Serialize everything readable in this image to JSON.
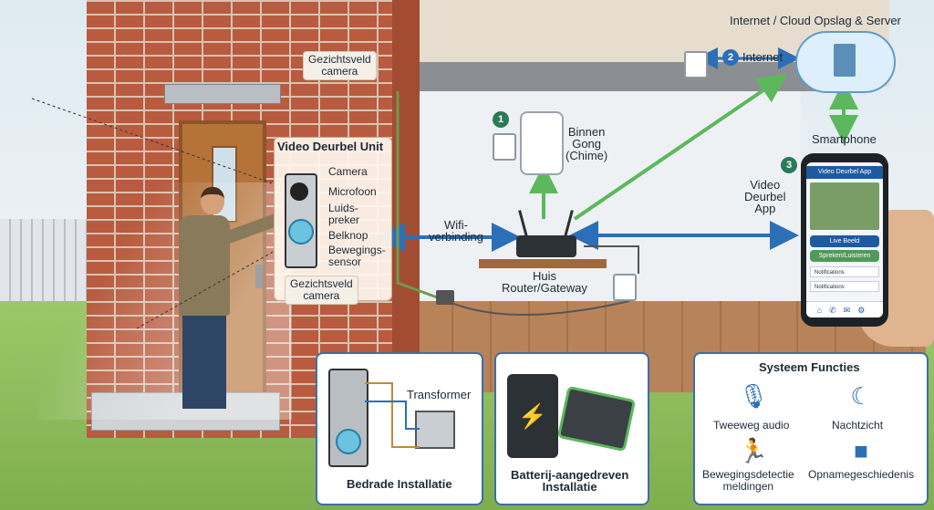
{
  "header": {
    "cloud_title": "Internet / Cloud Opslag & Server"
  },
  "labels": {
    "internet": "Internet",
    "fov_top": "Gezichtsveld\ncamera",
    "unit_title": "Video Deurbel Unit",
    "camera": "Camera",
    "microfoon": "Microfoon",
    "luidspreker": "Luids-\npreker",
    "belknop": "Belknop",
    "bewegingssensor": "Bewegings-\nsensor",
    "fov_bottom": "Gezichtsveld\ncamera",
    "chime": "Binnen\nGong\n(Chime)",
    "wifi": "Wifi-\nverbinding",
    "router": "Huis\nRouter/Gateway",
    "smartphone": "Smartphone",
    "video_app": "Video\nDeurbel\nApp"
  },
  "steps": {
    "one": "1",
    "two": "2",
    "three": "3"
  },
  "phone": {
    "app_title": "Video Deurbel App",
    "btn_live": "Live Beeld",
    "btn_talk": "Spreken/Luisteren",
    "notif1": "Notifications",
    "notif2": "Notifications"
  },
  "cards": {
    "wired": {
      "title": "Bedrade Installatie",
      "transformer": "Transformer"
    },
    "battery": {
      "title": "Batterij-aangedreven\nInstallatie"
    },
    "functions": {
      "title": "Systeem Functies",
      "items": [
        "Tweeweg audio",
        "Nachtzicht",
        "Bewegingsdetectie\nmeldingen",
        "Opnamegeschiedenis"
      ]
    }
  },
  "colors": {
    "arrow_green": "#5cb85c",
    "arrow_blue": "#2d6fb7",
    "card_border": "#3d6ea8"
  }
}
